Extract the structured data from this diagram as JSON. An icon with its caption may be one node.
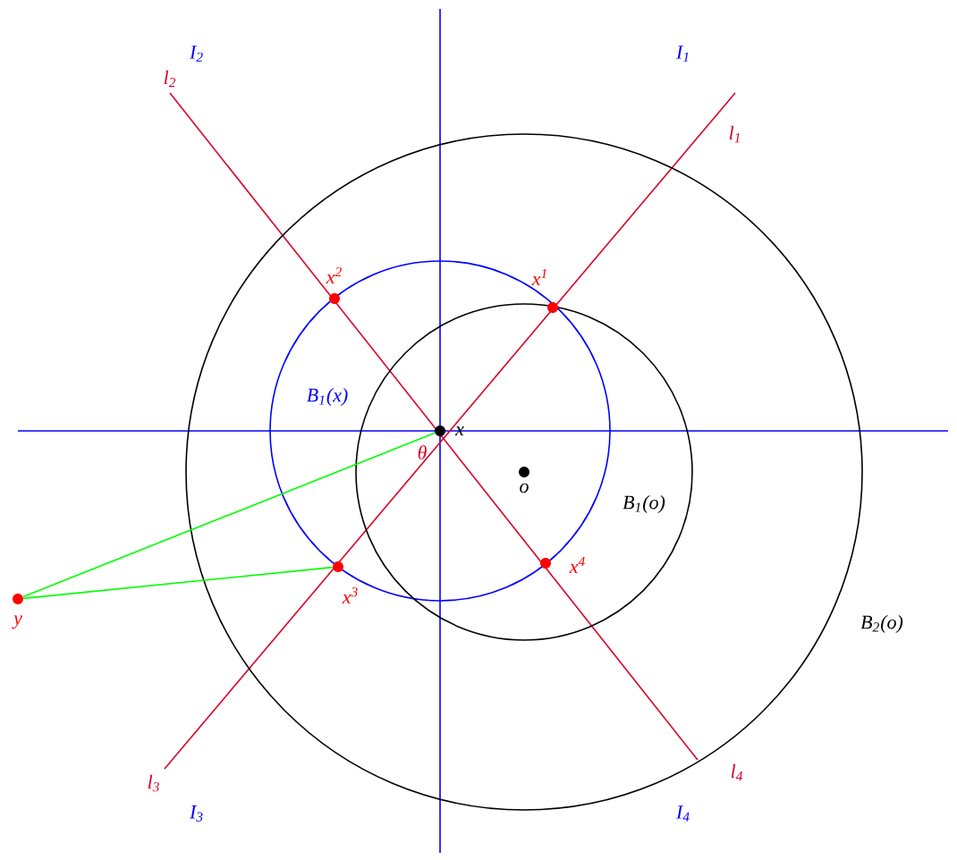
{
  "diagram": {
    "nodes": [
      {
        "text": [
          "x"
        ]
      },
      {
        "text": [
          "o"
        ]
      },
      {
        "text": [
          "x$^{1}$"
        ]
      },
      {
        "text": [
          "x$^{2}$"
        ]
      },
      {
        "text": [
          "x$^{3}$"
        ]
      },
      {
        "text": [
          "x$^{4}$"
        ]
      },
      {
        "text": [
          "y"
        ]
      }
    ],
    "edges": [
      {
        "from": 6,
        "to": 0,
        "arrow": "none"
      },
      {
        "from": 6,
        "to": 4,
        "arrow": "none"
      }
    ],
    "labels": [
      "I$_{2}$",
      "l$_{2}$",
      "I$_{1}$",
      "l$_{1}$",
      "B$_{1}$(x)",
      "θ",
      "B$_{1}$(o)",
      "B$_{2}$(o)",
      "l$_{3}$",
      "I$_{3}$",
      "l$_{4}$",
      "I$_{4}$"
    ]
  }
}
